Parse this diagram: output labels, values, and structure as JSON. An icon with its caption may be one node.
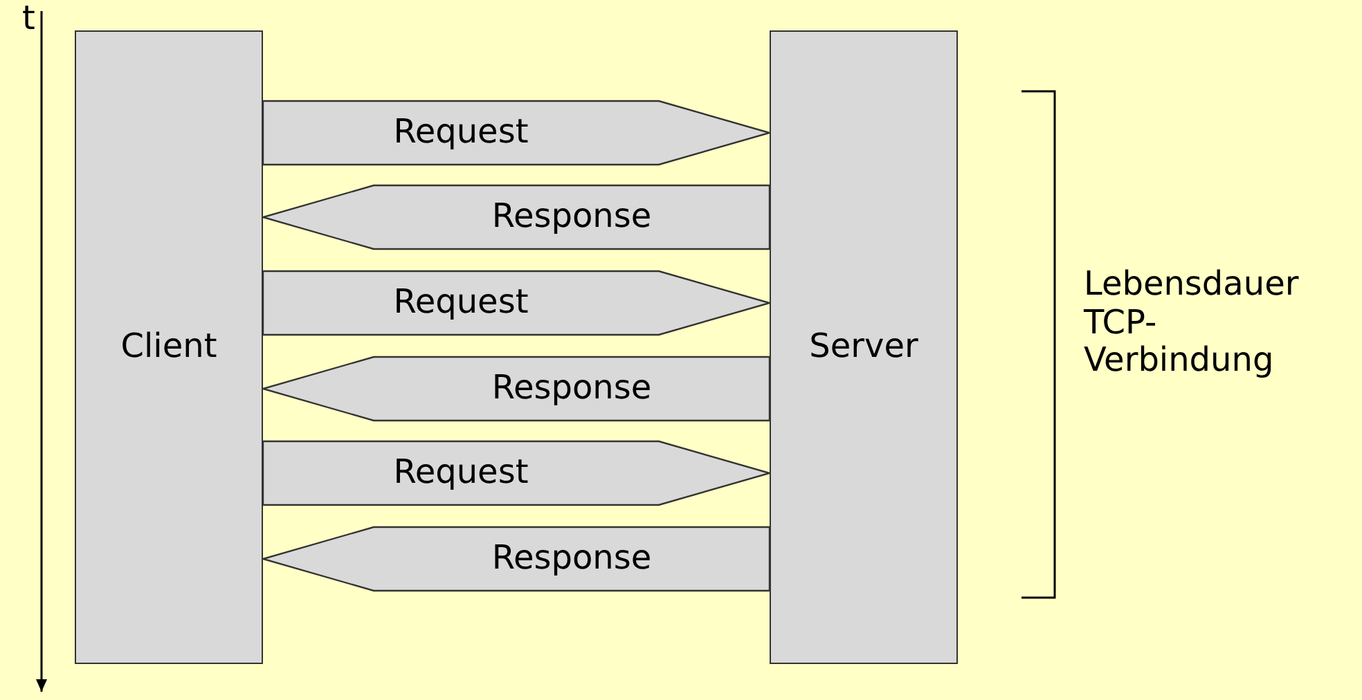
{
  "diagram": {
    "nodes": [
      {
        "text": [
          "Client"
        ]
      },
      {
        "text": [
          "Server"
        ]
      }
    ],
    "edges": [
      {
        "from": 0,
        "to": 1,
        "arrow": "to",
        "label": "Request"
      },
      {
        "from": 1,
        "to": 0,
        "arrow": "to",
        "label": "Response"
      },
      {
        "from": 0,
        "to": 1,
        "arrow": "to",
        "label": "Request"
      },
      {
        "from": 1,
        "to": 0,
        "arrow": "to",
        "label": "Response"
      },
      {
        "from": 0,
        "to": 1,
        "arrow": "to",
        "label": "Request"
      },
      {
        "from": 1,
        "to": 0,
        "arrow": "to",
        "label": "Response"
      }
    ],
    "labels": [
      "t",
      "Lebensdauer TCP-Verbindung"
    ]
  }
}
